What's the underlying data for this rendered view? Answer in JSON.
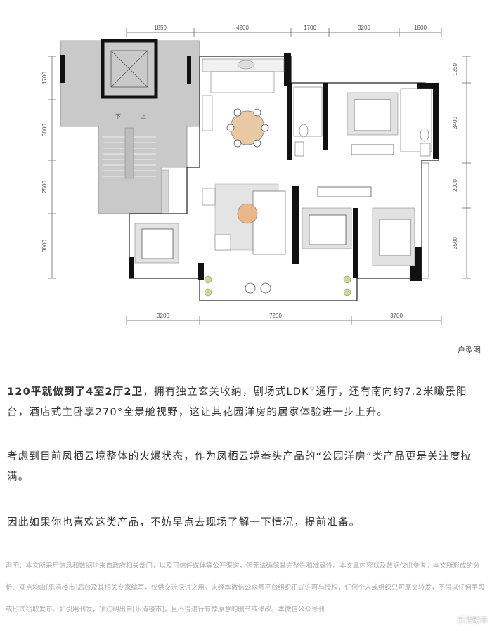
{
  "floorplan": {
    "top_dims": [
      "1850",
      "4200",
      "1700",
      "3200",
      "1800"
    ],
    "left_dims": [
      "1700",
      "3000",
      "2500",
      "3000"
    ],
    "right_dims": [
      "1250",
      "3400",
      "2000",
      "3500"
    ],
    "bottom_dims": [
      "3200",
      "7200",
      "3700"
    ],
    "stair_up": "上",
    "stair_down": "下"
  },
  "caption": "户型图",
  "paragraphs": {
    "p1_bold": "120平就做到了4室2厅2卫",
    "p1_a": "，拥有独立玄关收纳，剧场式LDK",
    "p1_b": "通厅，还有南向约7.2米瞰景阳台，酒店式主卧享270°全景舱视野，这让其花园洋房的居家体验进一步上升。",
    "p2": "考虑到目前凤栖云境整体的火爆状态，作为凤栖云境拳头产品的“公园洋房”类产品更是关注度拉满。",
    "p3": "因此如果你也喜欢这类产品，不妨早点去现场了解一下情况，提前准备。"
  },
  "disclaimer": "声明：本文所采用信息和数据均来自政府相关部门，以及可信任媒体等公开渠道，但无法确保其完整性和准确性。本文章内容以及数据仅供参考。本文所形成的分析、观点均由[乐清楼市]后台及其相关专家编写，仅供交流探讨之用。未经本微信公众号平台组织正式许可与授权，任何个人或组织只可原文转发，不得以任何手段或形式窃取发布。如引用刊发，须注明出自[乐清楼市]，且不得进行有悖原意的删节或修改。本微信公众号刊",
  "watermark": "乐清楼市"
}
